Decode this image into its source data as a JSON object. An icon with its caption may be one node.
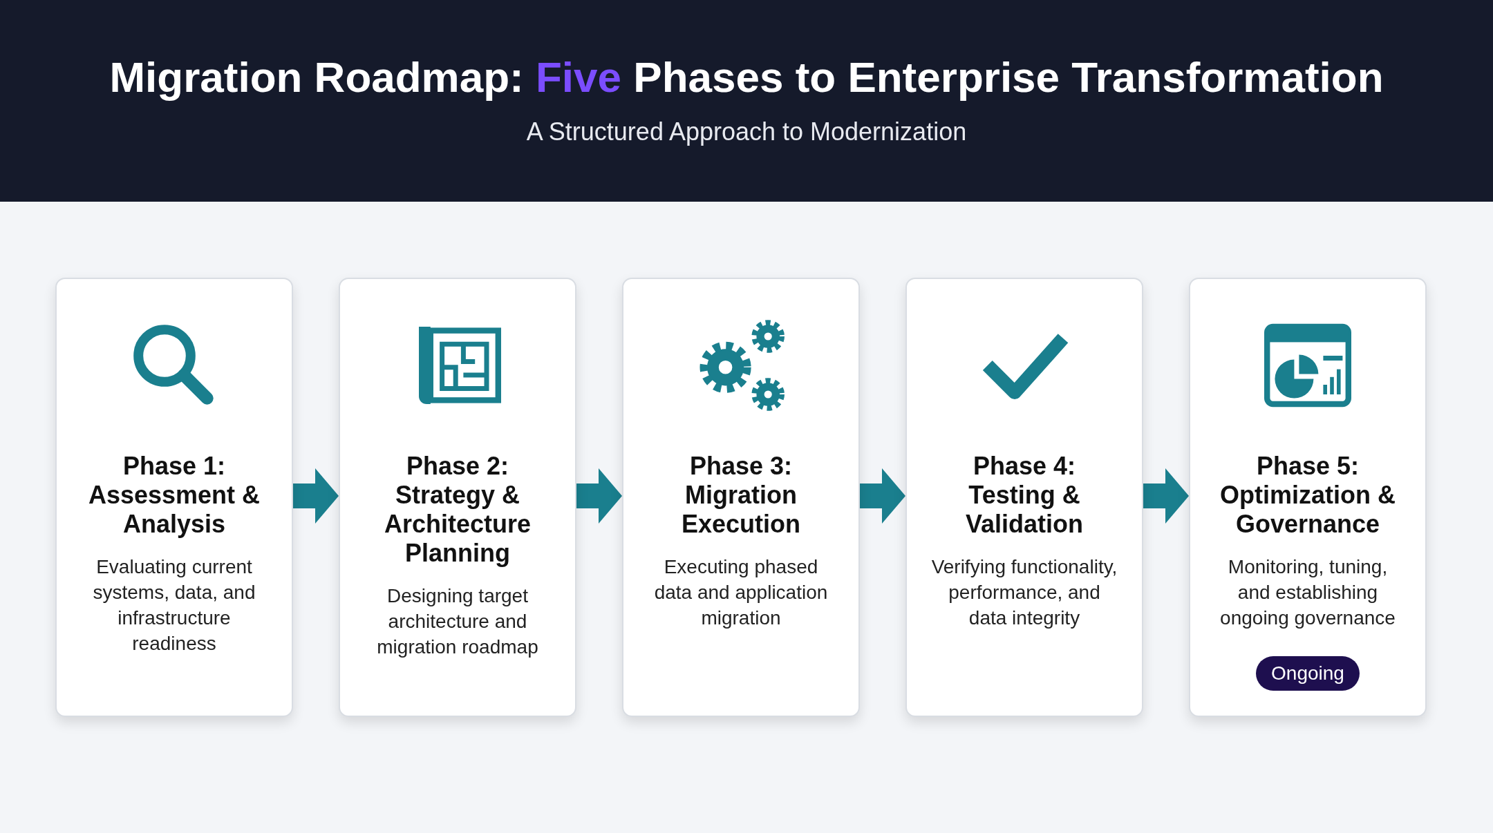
{
  "diagram": {
    "title": "Migration Roadmap: **Five** Phases to Enterprise Transformation",
    "nodes": [
      {
        "text": [
          "Phase 1: Assessment & Analysis",
          "Evaluating current systems, data, and infrastructure readiness"
        ]
      },
      {
        "text": [
          "Phase 2: Strategy & Architecture Planning",
          "Designing target architecture and migration roadmap"
        ]
      },
      {
        "text": [
          "Phase 3: Migration Execution",
          "Executing phased data and application migration"
        ]
      },
      {
        "text": [
          "Phase 4: Testing & Validation",
          "Verifying functionality, performance, and data integrity"
        ]
      },
      {
        "text": [
          "Phase 5: Optimization & Governance",
          "Monitoring, tuning, and establishing ongoing governance"
        ]
      },
      {
        "text": [
          "Ongoing"
        ],
        "in": 4
      }
    ],
    "edges": [
      {
        "from": 0,
        "to": 1,
        "arrow": "to"
      },
      {
        "from": 1,
        "to": 2,
        "arrow": "to"
      },
      {
        "from": 2,
        "to": 3,
        "arrow": "to"
      },
      {
        "from": 3,
        "to": 4,
        "arrow": "to"
      }
    ],
    "labels": [
      "A Structured Approach to Modernization"
    ]
  }
}
